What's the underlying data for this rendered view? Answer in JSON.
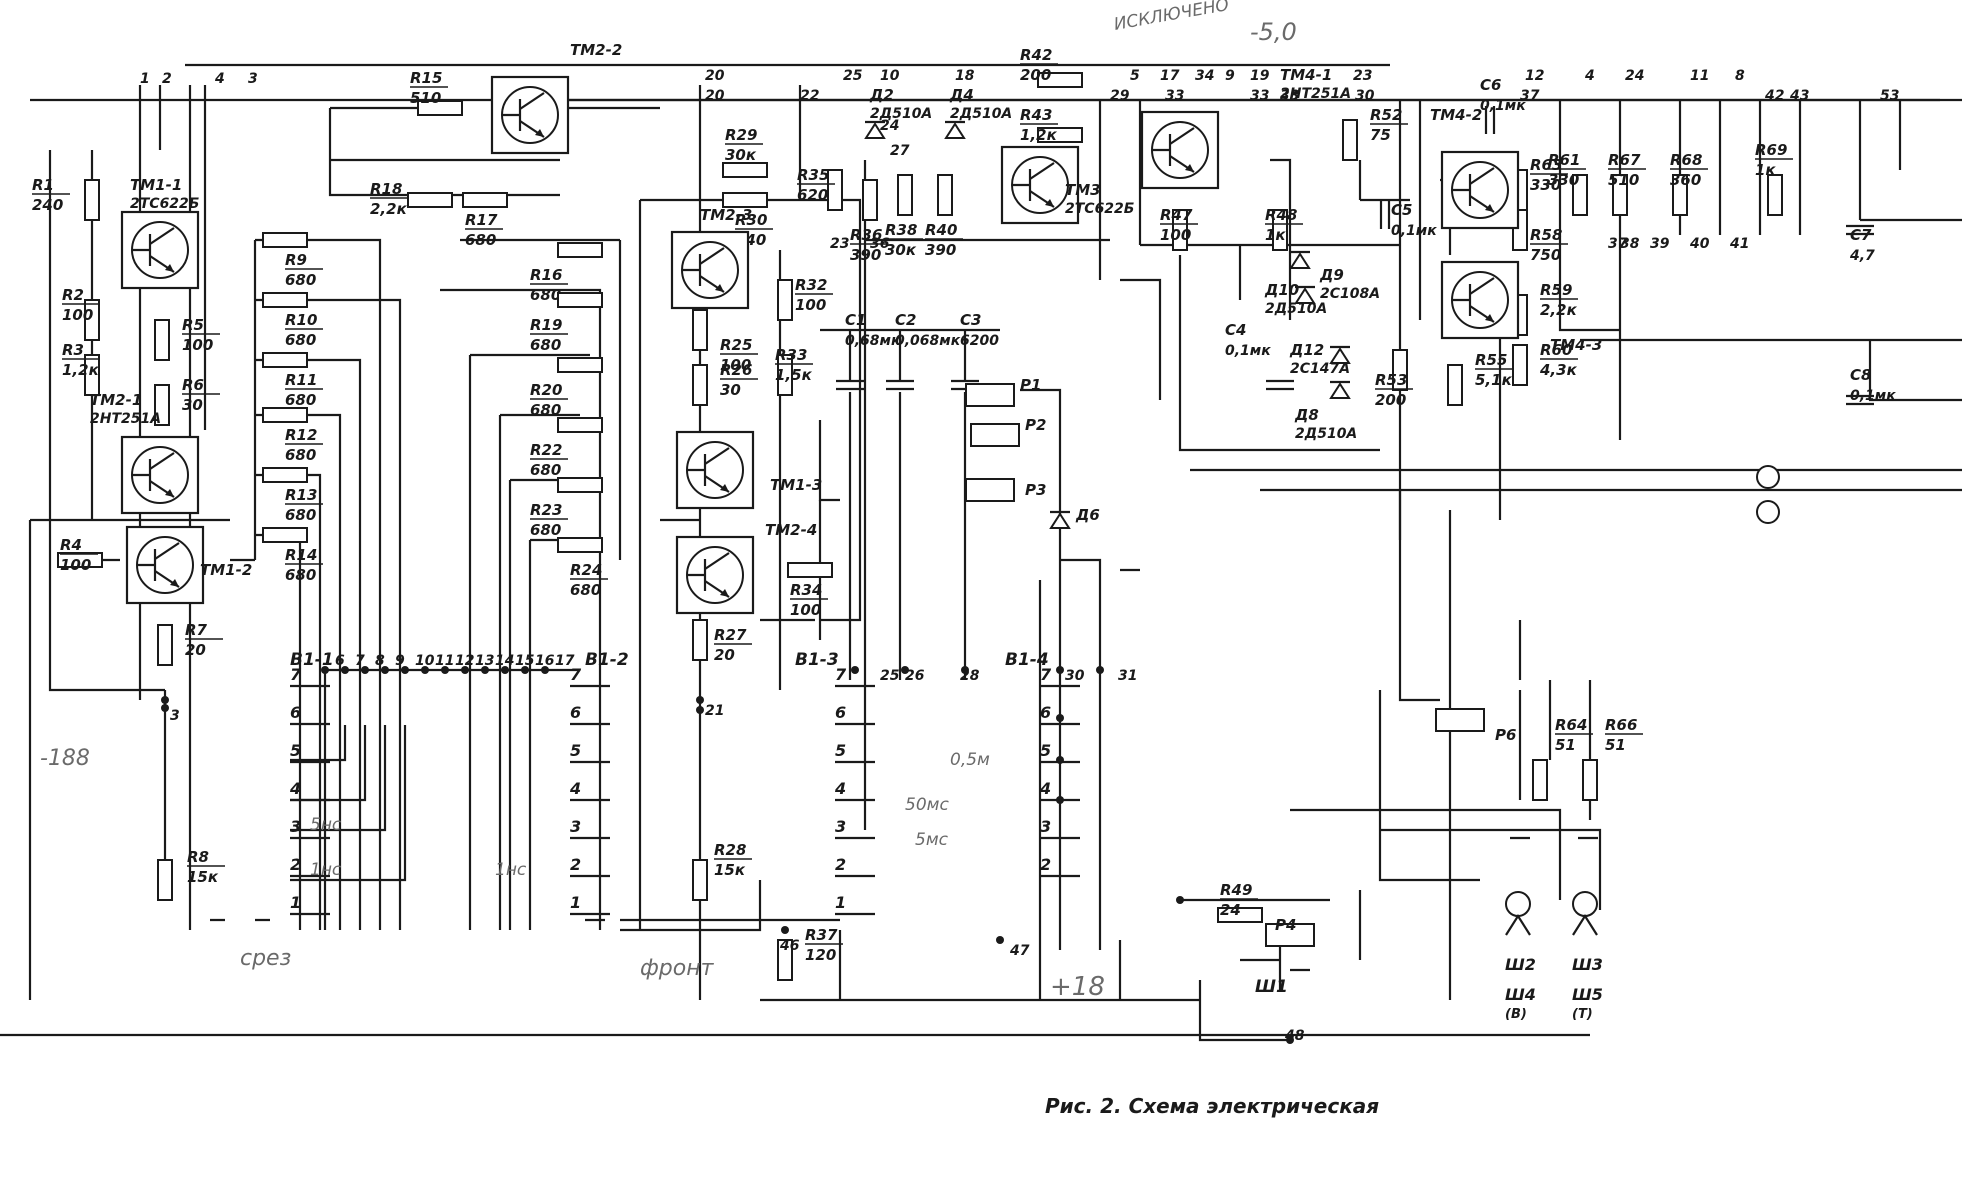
{
  "colors": {
    "ink": "#1a1a1a",
    "paper": "#ffffff",
    "pencil": "#6a6a6a"
  },
  "handwritten": {
    "top_note": "ИСКЛЮЧЕНО",
    "top_voltage": "-5,0",
    "left_voltage": "-188",
    "bottom_voltage": "+18",
    "srez": "срез",
    "front": "фронт",
    "sw1_5ns": "5нс",
    "sw1_1ns": "1нс",
    "sw2_1ns": "1нс",
    "sw3_05m": "0,5м",
    "sw3_50ms": "50мс",
    "sw3_5ms": "5мс"
  },
  "resistors": {
    "R1": {
      "name": "R1",
      "value": "240"
    },
    "R2": {
      "name": "R2",
      "value": "100"
    },
    "R3": {
      "name": "R3",
      "value": "1,2к"
    },
    "R4": {
      "name": "R4",
      "value": "100"
    },
    "R5": {
      "name": "R5",
      "value": "100"
    },
    "R6": {
      "name": "R6",
      "value": "30"
    },
    "R7": {
      "name": "R7",
      "value": "20"
    },
    "R8": {
      "name": "R8",
      "value": "15к"
    },
    "R9": {
      "name": "R9",
      "value": "680"
    },
    "R10": {
      "name": "R10",
      "value": "680"
    },
    "R11": {
      "name": "R11",
      "value": "680"
    },
    "R12": {
      "name": "R12",
      "value": "680"
    },
    "R13": {
      "name": "R13",
      "value": "680"
    },
    "R14": {
      "name": "R14",
      "value": "680"
    },
    "R15": {
      "name": "R15",
      "value": "510"
    },
    "R16": {
      "name": "R16",
      "value": "680"
    },
    "R17": {
      "name": "R17",
      "value": "680"
    },
    "R18": {
      "name": "R18",
      "value": "2,2к"
    },
    "R19": {
      "name": "R19",
      "value": "680"
    },
    "R20": {
      "name": "R20",
      "value": "680"
    },
    "R22": {
      "name": "R22",
      "value": "680"
    },
    "R23": {
      "name": "R23",
      "value": "680"
    },
    "R24": {
      "name": "R24",
      "value": "680"
    },
    "R25": {
      "name": "R25",
      "value": "100"
    },
    "R26": {
      "name": "R26",
      "value": "30"
    },
    "R27": {
      "name": "R27",
      "value": "20"
    },
    "R28": {
      "name": "R28",
      "value": "15к"
    },
    "R29": {
      "name": "R29",
      "value": "30к"
    },
    "R30": {
      "name": "R30",
      "value": "240"
    },
    "R32": {
      "name": "R32",
      "value": "100"
    },
    "R33": {
      "name": "R33",
      "value": "1,5к"
    },
    "R34": {
      "name": "R34",
      "value": "100"
    },
    "R35": {
      "name": "R35",
      "value": "620"
    },
    "R36": {
      "name": "R36",
      "value": "390"
    },
    "R37": {
      "name": "R37",
      "value": "120"
    },
    "R38": {
      "name": "R38",
      "value": "30к"
    },
    "R40": {
      "name": "R40",
      "value": "390"
    },
    "R42": {
      "name": "R42",
      "value": "200"
    },
    "R43": {
      "name": "R43",
      "value": "1,2к"
    },
    "R47": {
      "name": "R47",
      "value": "100"
    },
    "R48": {
      "name": "R48",
      "value": "1к"
    },
    "R49": {
      "name": "R49",
      "value": "24"
    },
    "R52": {
      "name": "R52",
      "value": "75"
    },
    "R53": {
      "name": "R53",
      "value": "200"
    },
    "R55": {
      "name": "R55",
      "value": "5,1к"
    },
    "R58": {
      "name": "R58",
      "value": "750"
    },
    "R59": {
      "name": "R59",
      "value": "2,2к"
    },
    "R60": {
      "name": "R60",
      "value": "4,3к"
    },
    "R61": {
      "name": "R61",
      "value": "330"
    },
    "R63": {
      "name": "R63",
      "value": "330"
    },
    "R64": {
      "name": "R64",
      "value": "51"
    },
    "R66": {
      "name": "R66",
      "value": "51"
    },
    "R67": {
      "name": "R67",
      "value": "510"
    },
    "R68": {
      "name": "R68",
      "value": "360"
    },
    "R69": {
      "name": "R69",
      "value": "1к"
    }
  },
  "capacitors": {
    "C1": {
      "name": "C1",
      "value": "0,68мк"
    },
    "C2": {
      "name": "C2",
      "value": "0,068мк"
    },
    "C3": {
      "name": "C3",
      "value": "6200"
    },
    "C4": {
      "name": "C4",
      "value": "0,1мк"
    },
    "C5": {
      "name": "C5",
      "value": "0,1мк"
    },
    "C6": {
      "name": "C6",
      "value": "0,1мк"
    },
    "C7": {
      "name": "C7",
      "value": "4,7"
    },
    "C8": {
      "name": "C8",
      "value": "0,1мк"
    }
  },
  "transistors": {
    "TM1_1": {
      "name": "ТМ1-1",
      "type": "2ТС622Б"
    },
    "TM2_1": {
      "name": "ТМ2-1",
      "type": "2НТ251А"
    },
    "TM1_2": {
      "name": "ТМ1-2"
    },
    "TM2_2": {
      "name": "ТМ2-2"
    },
    "TM2_3": {
      "name": "ТМ2-3"
    },
    "TM1_3": {
      "name": "ТМ1-3"
    },
    "TM2_4": {
      "name": "ТМ2-4"
    },
    "TM3": {
      "name": "ТМ3",
      "type": "2ТС622Б"
    },
    "TM4_1": {
      "name": "ТМ4-1",
      "type": "2НТ251А"
    },
    "TM4_2": {
      "name": "ТМ4-2"
    },
    "TM4_3": {
      "name": "ТМ4-3"
    }
  },
  "diodes": {
    "D2": {
      "name": "Д2",
      "type": "2Д510А"
    },
    "D4": {
      "name": "Д4",
      "type": "2Д510А"
    },
    "D6": {
      "name": "Д6"
    },
    "D8": {
      "name": "Д8",
      "type": "2Д510А"
    },
    "D9": {
      "name": "Д9",
      "type": "2С108А"
    },
    "D10": {
      "name": "Д10",
      "type": "2Д510А"
    },
    "D12": {
      "name": "Д12",
      "type": "2С147А"
    }
  },
  "relays": {
    "P1": {
      "name": "Р1"
    },
    "P2": {
      "name": "Р2"
    },
    "P3": {
      "name": "Р3"
    },
    "P4": {
      "name": "Р4"
    },
    "P6": {
      "name": "Р6"
    }
  },
  "switches": {
    "B1_1": {
      "name": "В1-1",
      "positions": [
        "7",
        "6",
        "5",
        "4",
        "3",
        "2",
        "1"
      ]
    },
    "B1_2": {
      "name": "В1-2",
      "positions": [
        "7",
        "6",
        "5",
        "4",
        "3",
        "2",
        "1"
      ]
    },
    "B1_3": {
      "name": "В1-3",
      "positions": [
        "7",
        "6",
        "5",
        "4",
        "3",
        "2",
        "1"
      ]
    },
    "B1_4": {
      "name": "В1-4",
      "positions": [
        "7",
        "6",
        "5",
        "4",
        "3",
        "2"
      ]
    }
  },
  "connectors": {
    "SH1": {
      "name": "Ш1"
    },
    "SH2": {
      "name": "Ш2"
    },
    "SH3": {
      "name": "Ш3"
    },
    "SH4": {
      "name": "Ш4",
      "sub": "(В)"
    },
    "SH5": {
      "name": "Ш5",
      "sub": "(Т)"
    }
  },
  "pins": {
    "top_left": [
      "1",
      "2",
      "4",
      "3"
    ],
    "top_mid": [
      "20",
      "20",
      "22"
    ],
    "top_right": [
      "25",
      "10",
      "18",
      "5",
      "17",
      "34",
      "9",
      "19",
      "23",
      "12",
      "4",
      "24",
      "11",
      "8",
      "42",
      "43",
      "53"
    ],
    "sub_right": [
      "33",
      "33",
      "33",
      "30",
      "37"
    ],
    "mid": [
      "29",
      "24",
      "27",
      "23",
      "36",
      "37",
      "38",
      "39",
      "40",
      "41"
    ],
    "bottom": [
      "3",
      "21",
      "25",
      "26",
      "28",
      "30",
      "31",
      "46",
      "47",
      "48",
      "6",
      "7",
      "8",
      "9",
      "10",
      "11",
      "12",
      "13",
      "14",
      "15",
      "16",
      "17"
    ]
  },
  "caption": "Рис. 2. Схема электрическая"
}
